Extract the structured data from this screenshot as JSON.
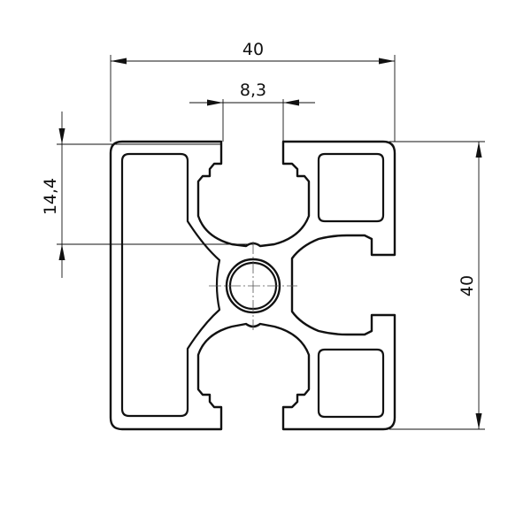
{
  "drawing": {
    "title": "",
    "dimensions": {
      "width_label": "40",
      "height_label": "40",
      "slot_width_label": "8,3",
      "slot_depth_label": "14,4"
    },
    "colors": {
      "line": "#111111",
      "background": "#ffffff"
    }
  }
}
